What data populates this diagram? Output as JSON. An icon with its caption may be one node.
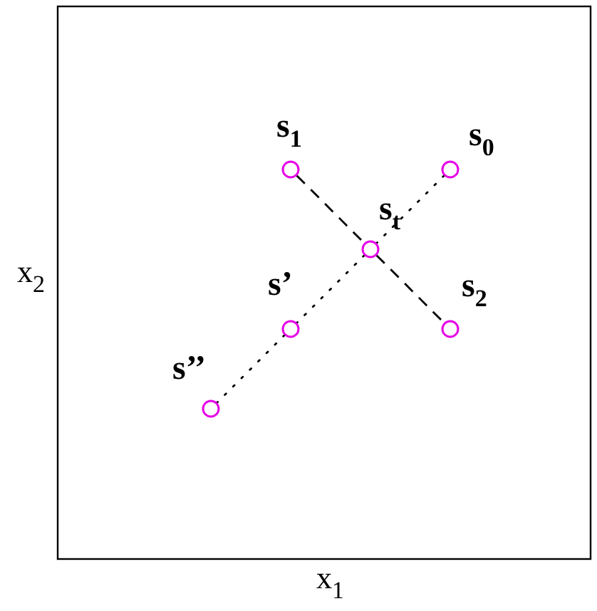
{
  "diagram": {
    "nodes": [
      {
        "text": [
          "s$_{1}$"
        ]
      },
      {
        "text": [
          "s$_{0}$"
        ]
      },
      {
        "text": [
          "s$_{t}$"
        ]
      },
      {
        "text": [
          "s$_{2}$"
        ]
      },
      {
        "text": [
          "s’"
        ]
      },
      {
        "text": [
          "s’’"
        ]
      }
    ],
    "edges": [
      {
        "from": 0,
        "to": 2,
        "arrow": "none",
        "style": "dashed"
      },
      {
        "from": 2,
        "to": 3,
        "arrow": "none",
        "style": "dashed"
      },
      {
        "from": 1,
        "to": 2,
        "arrow": "none"
      },
      {
        "from": 2,
        "to": 4,
        "arrow": "none"
      },
      {
        "from": 4,
        "to": 5,
        "arrow": "none"
      }
    ],
    "labels": [
      "x$_{2}$",
      "x$_{1}$"
    ]
  }
}
